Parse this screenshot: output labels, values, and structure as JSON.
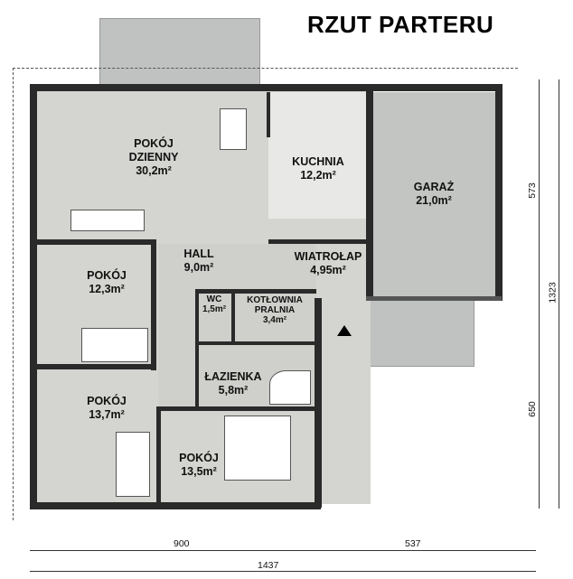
{
  "title": "RZUT PARTERU",
  "rooms": [
    {
      "id": "pokoj-dzienny",
      "name": "POKÓJ DZIENNY",
      "line1": "POKÓJ",
      "line2": "DZIENNY",
      "area": "30,2m²"
    },
    {
      "id": "kuchnia",
      "name": "KUCHNIA",
      "line1": "KUCHNIA",
      "area": "12,2m²"
    },
    {
      "id": "garaz",
      "name": "GARAŻ",
      "line1": "GARAŻ",
      "area": "21,0m²"
    },
    {
      "id": "hall",
      "name": "HALL",
      "line1": "HALL",
      "area": "9,0m²"
    },
    {
      "id": "wiatrolap",
      "name": "WIATROŁAP",
      "line1": "WIATROŁAP",
      "area": "4,95m²"
    },
    {
      "id": "pokoj-1",
      "name": "POKÓJ",
      "line1": "POKÓJ",
      "area": "12,3m²"
    },
    {
      "id": "wc",
      "name": "WC",
      "line1": "WC",
      "area": "1,5m²"
    },
    {
      "id": "kotlownia",
      "name": "KOTŁOWNIA PRALNIA",
      "line1": "KOTŁOWNIA",
      "line2": "PRALNIA",
      "area": "3,4m²"
    },
    {
      "id": "lazienka",
      "name": "ŁAZIENKA",
      "line1": "ŁAZIENKA",
      "area": "5,8m²"
    },
    {
      "id": "pokoj-2",
      "name": "POKÓJ",
      "line1": "POKÓJ",
      "area": "13,7m²"
    },
    {
      "id": "pokoj-3",
      "name": "POKÓJ",
      "line1": "POKÓJ",
      "area": "13,5m²"
    }
  ],
  "dimensions": {
    "bottom_left": "900",
    "bottom_right": "537",
    "bottom_total": "1437",
    "right_top": "573",
    "right_bottom": "650",
    "right_total": "1323"
  }
}
